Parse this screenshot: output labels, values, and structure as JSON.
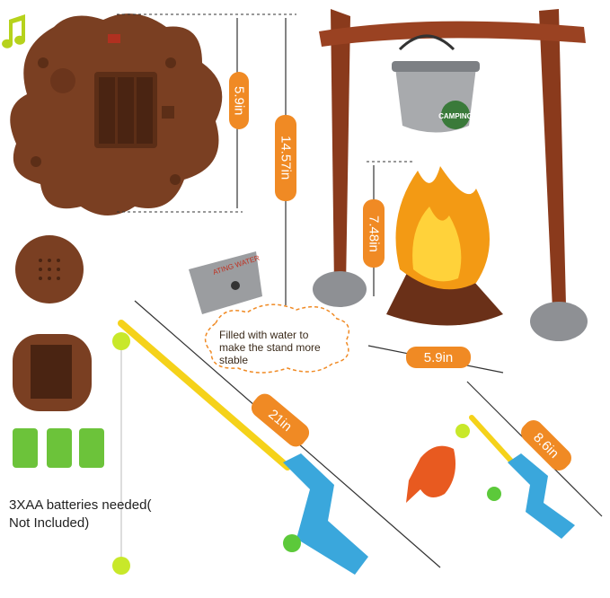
{
  "dimensions": {
    "base_height": "5.9in",
    "stand_height": "14.57in",
    "fire_height": "7.48in",
    "fire_width": "5.9in",
    "rod_long": "21in",
    "rod_short": "8.6in"
  },
  "notes": {
    "water_tip": "Filled with water to make the stand more stable",
    "batteries": "3XAA batteries needed( Not Included)"
  },
  "pot_label": "CAMPING",
  "tag_text": "ATING WATER",
  "colors": {
    "label_orange": "#f08a24",
    "wood_brown": "#8a3a1c",
    "base_brown": "#7a3f22",
    "rod_yellow": "#f5d21a",
    "rod_blue": "#3aa7dc",
    "stone_gray": "#8e9094",
    "battery_green": "#6cc33a"
  }
}
